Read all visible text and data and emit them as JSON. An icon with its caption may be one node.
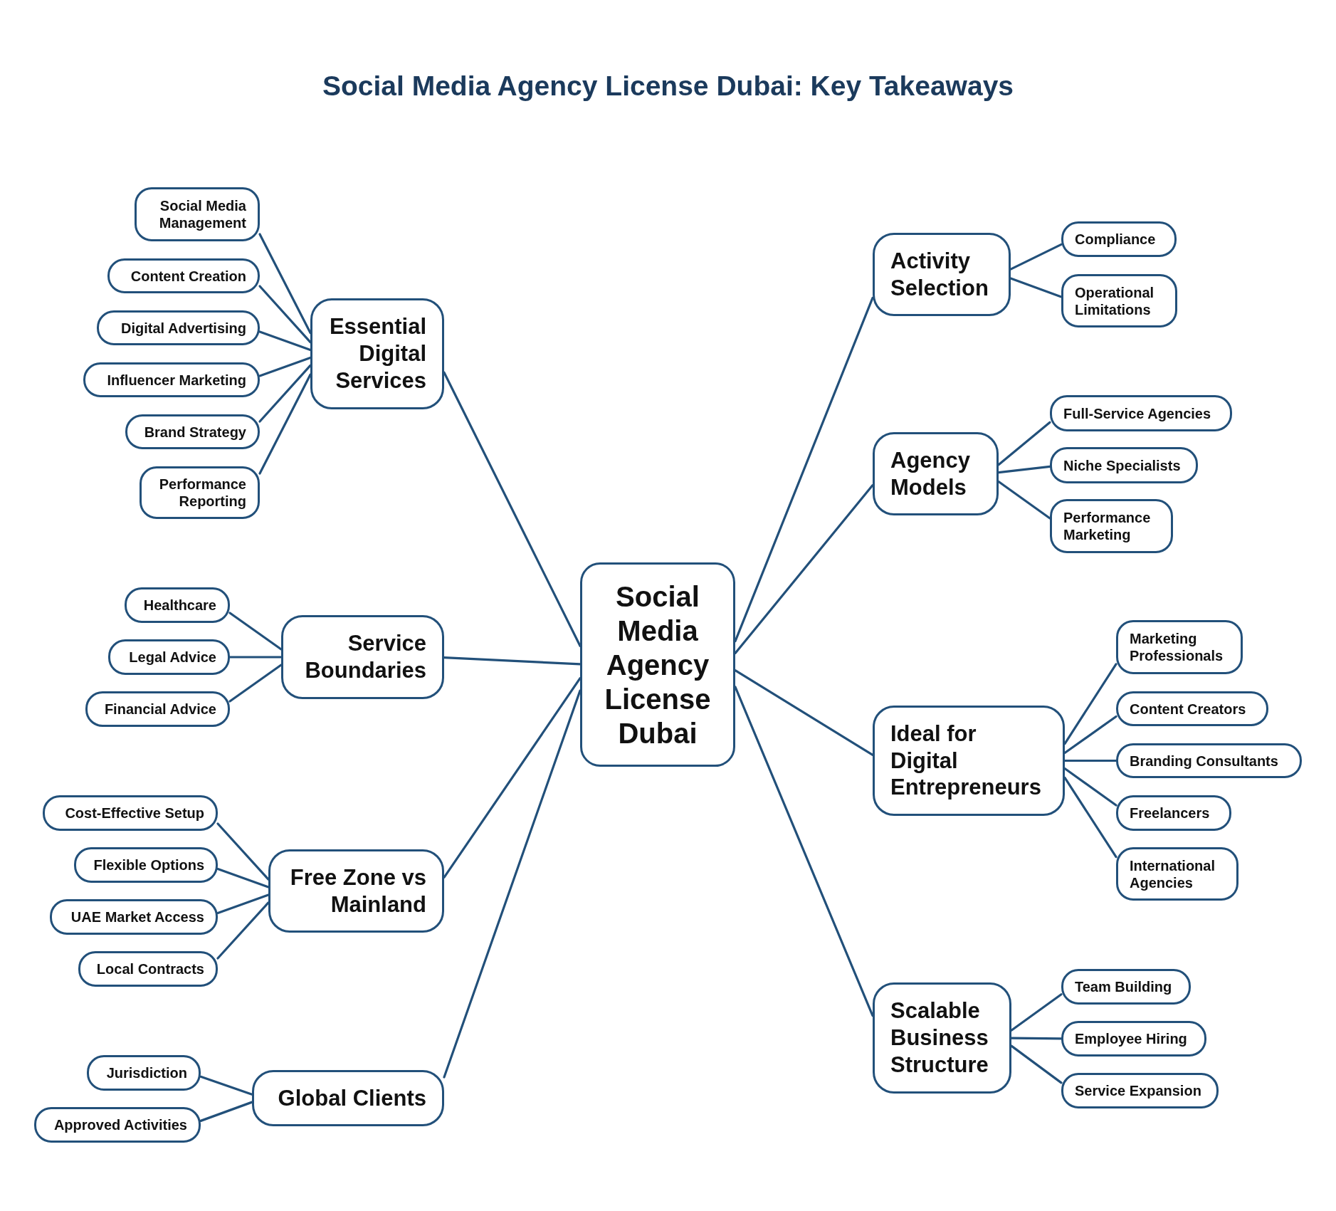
{
  "diagram": {
    "title": "Social Media Agency License Dubai: Key Takeaways",
    "nodes": [
      {
        "text": [
          "Social Media Agency License Dubai"
        ]
      },
      {
        "text": [
          "Essential Digital Services"
        ]
      },
      {
        "text": [
          "Social Media Management"
        ]
      },
      {
        "text": [
          "Content Creation"
        ]
      },
      {
        "text": [
          "Digital Advertising"
        ]
      },
      {
        "text": [
          "Influencer Marketing"
        ]
      },
      {
        "text": [
          "Brand Strategy"
        ]
      },
      {
        "text": [
          "Performance Reporting"
        ]
      },
      {
        "text": [
          "Service Boundaries"
        ]
      },
      {
        "text": [
          "Healthcare"
        ]
      },
      {
        "text": [
          "Legal Advice"
        ]
      },
      {
        "text": [
          "Financial Advice"
        ]
      },
      {
        "text": [
          "Free Zone vs Mainland"
        ]
      },
      {
        "text": [
          "Cost-Effective Setup"
        ]
      },
      {
        "text": [
          "Flexible Options"
        ]
      },
      {
        "text": [
          "UAE Market Access"
        ]
      },
      {
        "text": [
          "Local Contracts"
        ]
      },
      {
        "text": [
          "Global Clients"
        ]
      },
      {
        "text": [
          "Jurisdiction"
        ]
      },
      {
        "text": [
          "Approved Activities"
        ]
      },
      {
        "text": [
          "Activity Selection"
        ]
      },
      {
        "text": [
          "Compliance"
        ]
      },
      {
        "text": [
          "Operational Limitations"
        ]
      },
      {
        "text": [
          "Agency Models"
        ]
      },
      {
        "text": [
          "Full-Service Agencies"
        ]
      },
      {
        "text": [
          "Niche Specialists"
        ]
      },
      {
        "text": [
          "Performance Marketing"
        ]
      },
      {
        "text": [
          "Ideal for Digital Entrepreneurs"
        ]
      },
      {
        "text": [
          "Marketing Professionals"
        ]
      },
      {
        "text": [
          "Content Creators"
        ]
      },
      {
        "text": [
          "Branding Consultants"
        ]
      },
      {
        "text": [
          "Freelancers"
        ]
      },
      {
        "text": [
          "International Agencies"
        ]
      },
      {
        "text": [
          "Scalable Business Structure"
        ]
      },
      {
        "text": [
          "Team Building"
        ]
      },
      {
        "text": [
          "Employee Hiring"
        ]
      },
      {
        "text": [
          "Service Expansion"
        ]
      }
    ],
    "edges": [
      {
        "from": 0,
        "to": 1,
        "arrow": "none"
      },
      {
        "from": 1,
        "to": 2,
        "arrow": "none"
      },
      {
        "from": 1,
        "to": 3,
        "arrow": "none"
      },
      {
        "from": 1,
        "to": 4,
        "arrow": "none"
      },
      {
        "from": 1,
        "to": 5,
        "arrow": "none"
      },
      {
        "from": 1,
        "to": 6,
        "arrow": "none"
      },
      {
        "from": 1,
        "to": 7,
        "arrow": "none"
      },
      {
        "from": 0,
        "to": 8,
        "arrow": "none"
      },
      {
        "from": 8,
        "to": 9,
        "arrow": "none"
      },
      {
        "from": 8,
        "to": 10,
        "arrow": "none"
      },
      {
        "from": 8,
        "to": 11,
        "arrow": "none"
      },
      {
        "from": 0,
        "to": 12,
        "arrow": "none"
      },
      {
        "from": 12,
        "to": 13,
        "arrow": "none"
      },
      {
        "from": 12,
        "to": 14,
        "arrow": "none"
      },
      {
        "from": 12,
        "to": 15,
        "arrow": "none"
      },
      {
        "from": 12,
        "to": 16,
        "arrow": "none"
      },
      {
        "from": 0,
        "to": 17,
        "arrow": "none"
      },
      {
        "from": 17,
        "to": 18,
        "arrow": "none"
      },
      {
        "from": 17,
        "to": 19,
        "arrow": "none"
      },
      {
        "from": 0,
        "to": 20,
        "arrow": "none"
      },
      {
        "from": 20,
        "to": 21,
        "arrow": "none"
      },
      {
        "from": 20,
        "to": 22,
        "arrow": "none"
      },
      {
        "from": 0,
        "to": 23,
        "arrow": "none"
      },
      {
        "from": 23,
        "to": 24,
        "arrow": "none"
      },
      {
        "from": 23,
        "to": 25,
        "arrow": "none"
      },
      {
        "from": 23,
        "to": 26,
        "arrow": "none"
      },
      {
        "from": 0,
        "to": 27,
        "arrow": "none"
      },
      {
        "from": 27,
        "to": 28,
        "arrow": "none"
      },
      {
        "from": 27,
        "to": 29,
        "arrow": "none"
      },
      {
        "from": 27,
        "to": 30,
        "arrow": "none"
      },
      {
        "from": 27,
        "to": 31,
        "arrow": "none"
      },
      {
        "from": 27,
        "to": 32,
        "arrow": "none"
      },
      {
        "from": 0,
        "to": 33,
        "arrow": "none"
      },
      {
        "from": 33,
        "to": 34,
        "arrow": "none"
      },
      {
        "from": 33,
        "to": 35,
        "arrow": "none"
      },
      {
        "from": 33,
        "to": 36,
        "arrow": "none"
      }
    ]
  }
}
